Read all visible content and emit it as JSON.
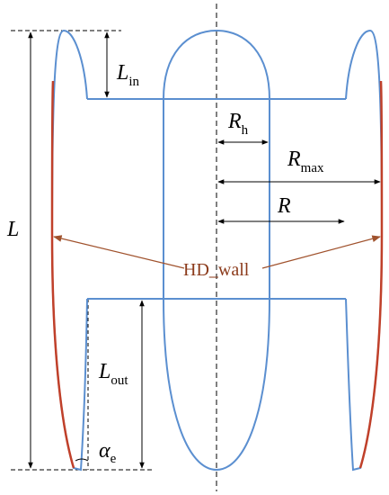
{
  "labels": {
    "L": "L",
    "L_in_main": "L",
    "L_in_sub": "in",
    "R_h_main": "R",
    "R_h_sub": "h",
    "R_max_main": "R",
    "R_max_sub": "max",
    "R": "R",
    "L_out_main": "L",
    "L_out_sub": "out",
    "alpha_main": "α",
    "alpha_sub": "e",
    "hd_wall": "HD_wall"
  },
  "colors": {
    "outline": "#5B8FD0",
    "hd_wall": "#C0402A",
    "annotation": "#A0522D",
    "dimension": "#000000"
  }
}
